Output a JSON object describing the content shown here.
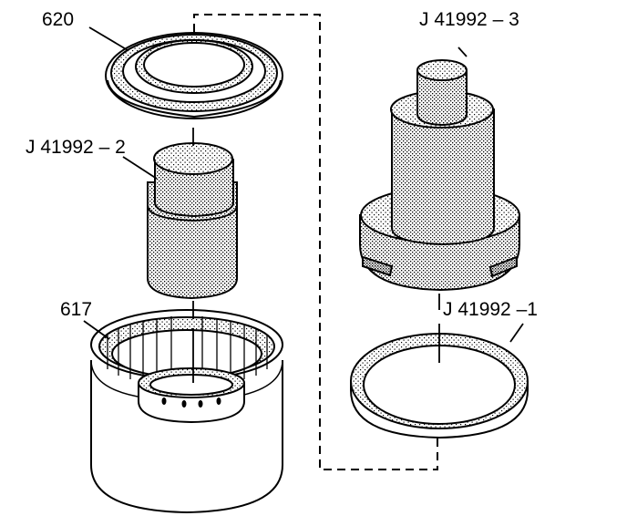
{
  "labels": {
    "part_620": "620",
    "tool_2": "J 41992 – 2",
    "part_617": "617",
    "tool_3": "J 41992 – 3",
    "tool_1": "J 41992 –1"
  },
  "colors": {
    "ink": "#000000",
    "paper": "#ffffff",
    "stipple": "#888888"
  }
}
